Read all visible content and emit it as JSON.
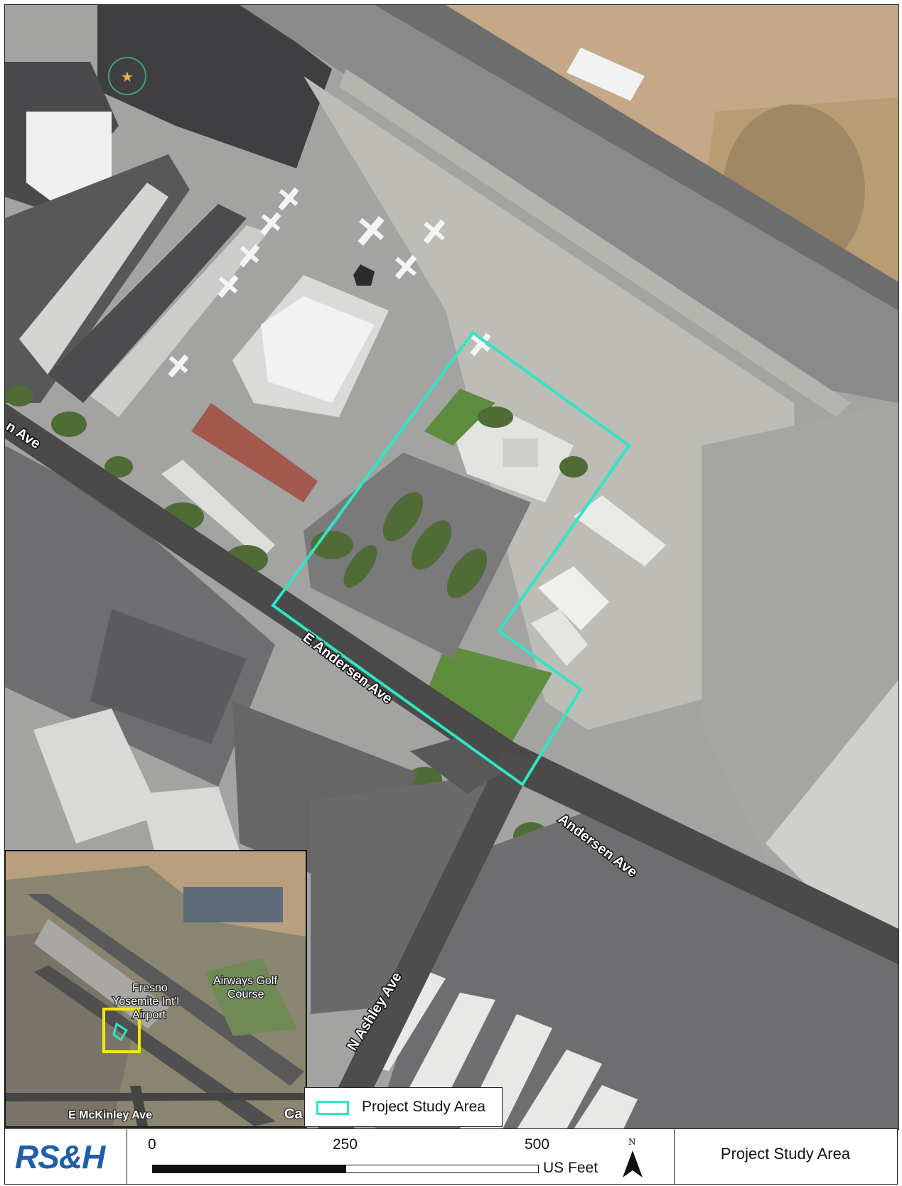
{
  "map": {
    "road_labels": {
      "andersen_ave_west": "n Ave",
      "e_andersen_ave": "E Andersen Ave",
      "andersen_ave_east": "Andersen Ave",
      "n_ashley_ave": "N Ashley Ave"
    },
    "boundary_color": "#2ee6c4"
  },
  "inset": {
    "labels": {
      "airport": "Fresno Yosemite Int'l Airport",
      "airport_line1": "Fresno",
      "airport_line2": "Yosemite Int'l",
      "airport_line3": "Airport",
      "golf_line1": "Airways Golf",
      "golf_line2": "Course",
      "road": "E McKinley Ave",
      "edge": "Ca"
    },
    "extent_color": "#f5e80a"
  },
  "legend": {
    "label": "Project Study Area",
    "swatch_color": "#2ee6c4"
  },
  "footer": {
    "logo": "RS&H",
    "scale": {
      "ticks": [
        "0",
        "250",
        "500"
      ],
      "unit": "US Feet"
    },
    "north_label": "N",
    "title": "Project Study Area"
  }
}
